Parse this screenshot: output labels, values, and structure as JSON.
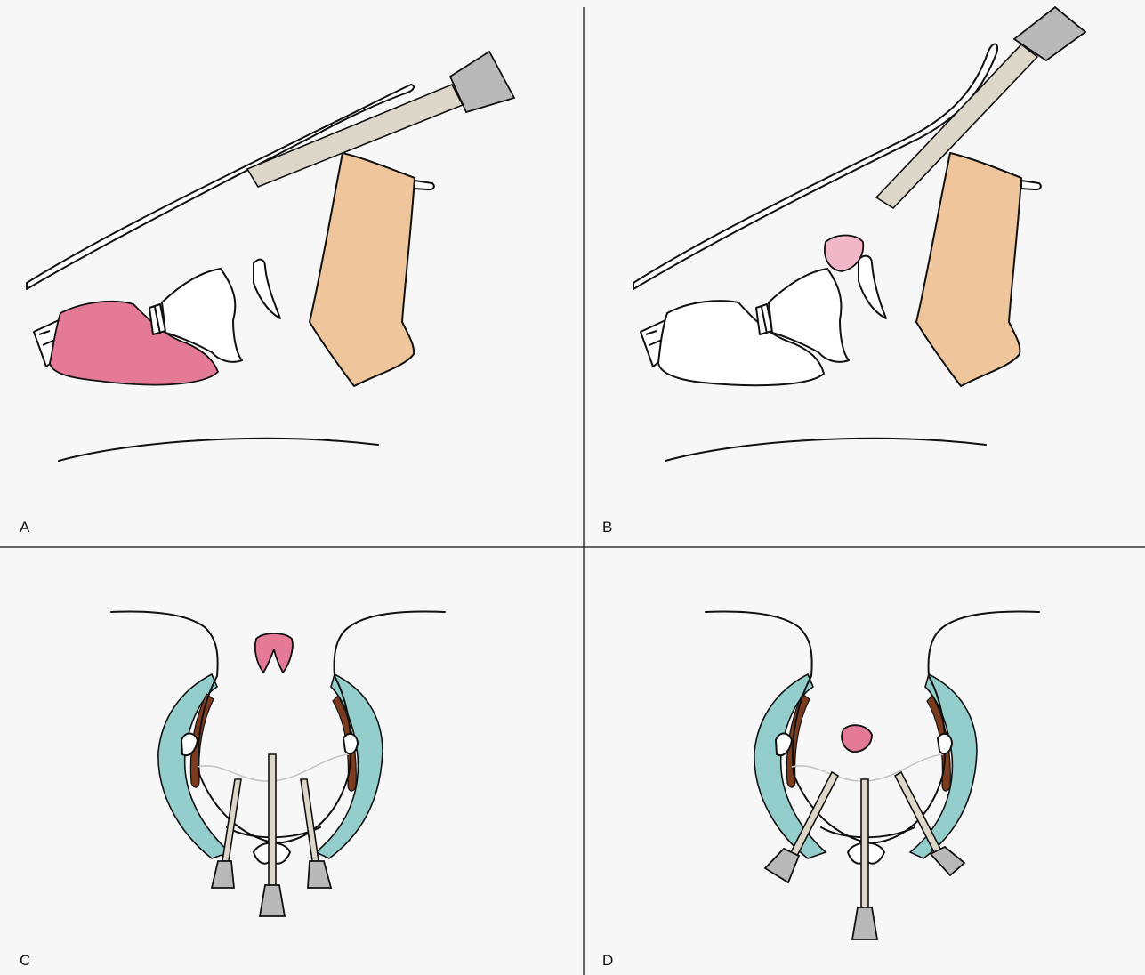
{
  "figure": {
    "panels": [
      {
        "id": "A",
        "label": "A"
      },
      {
        "id": "B",
        "label": "B"
      },
      {
        "id": "C",
        "label": "C"
      },
      {
        "id": "D",
        "label": "D"
      }
    ],
    "colors": {
      "background": "#f7f7f7",
      "tumor": "#e57a98",
      "tumor_light": "#f2b6c9",
      "brain_tissue": "#efc69b",
      "endoscope_shaft": "#ddd7c9",
      "endoscope_head": "#b9b9b9",
      "mucosa": "#93cdcc",
      "muscle": "#7a3b1e"
    }
  }
}
